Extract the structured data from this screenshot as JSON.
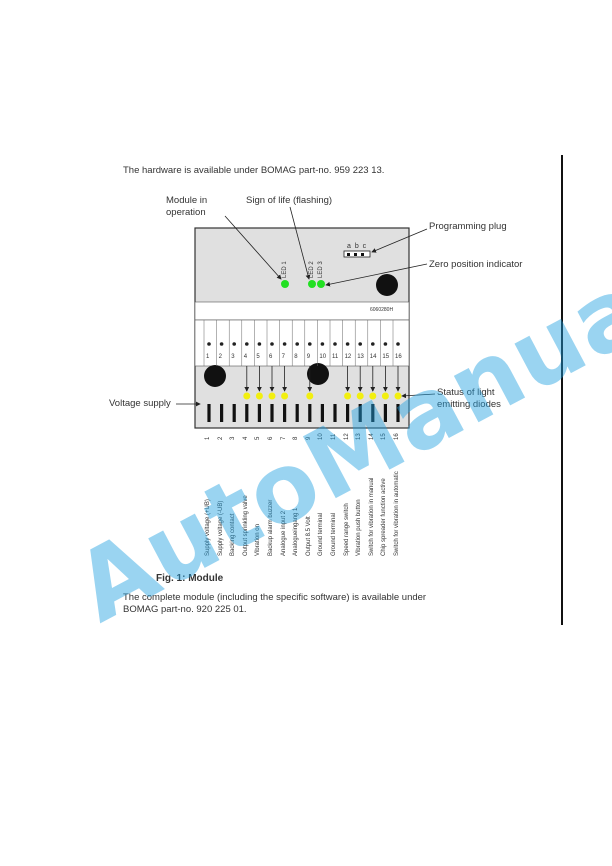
{
  "doc": {
    "intro": "The hardware is available under BOMAG part-no. 959 223 13.",
    "fig_caption": "Fig. 1: Module",
    "footer_line1": "The complete module (including the specific software) is available under",
    "footer_line2": "BOMAG part-no. 920 225 01.",
    "watermark": "AutoManual"
  },
  "callouts": {
    "module_op_line1": "Module in",
    "module_op_line2": "operation",
    "sign_of_life": "Sign of life (flashing)",
    "programming_plug": "Programming plug",
    "zero_position": "Zero position indicator",
    "voltage_supply": "Voltage supply",
    "status_line1": "Status of light",
    "status_line2": "emitting diodes"
  },
  "module": {
    "led1": "LED 1",
    "led2": "LED 2",
    "led3": "LED 3",
    "plug_letters": "a b c",
    "serial": "6060280H",
    "terminals": [
      "1",
      "2",
      "3",
      "4",
      "5",
      "6",
      "7",
      "8",
      "9",
      "10",
      "11",
      "12",
      "13",
      "14",
      "15",
      "16"
    ],
    "bottom_numbers": [
      "1",
      "2",
      "3",
      "4",
      "5",
      "6",
      "7",
      "8",
      "9",
      "10",
      "11",
      "12",
      "13",
      "14",
      "15",
      "16"
    ],
    "terminal_labels": [
      "Supply voltage (+UB)",
      "Supply voltage (-UB)",
      "Backing contact",
      "Output sprinkling valve",
      "Vibration on",
      "Backup alarm buzzer",
      "Analogue input 2",
      "Analogueingang 1",
      "Output 8.5 Volt",
      "Ground terminal",
      "Ground terminal",
      "Speed range switch",
      "Vibration push button",
      "Switch for vibration in manual",
      "Chip spreader function active",
      "Switch for vibration in automatic"
    ],
    "status_leds_on": [
      4,
      5,
      6,
      7,
      9,
      12,
      13,
      14,
      15,
      16
    ]
  },
  "colors": {
    "led_green": "#22e022",
    "led_yellow": "#f2ef10",
    "watermark": "#1ea0e1"
  }
}
